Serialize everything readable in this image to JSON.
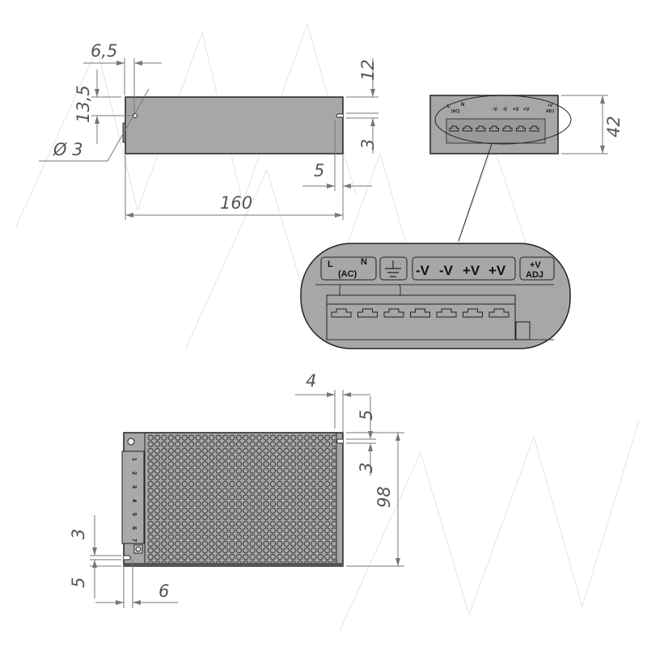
{
  "side_view": {
    "dims": {
      "hole_offset_x": "6,5",
      "hole_offset_y": "13,5",
      "hole_diameter": "Ø 3",
      "notch_top": "12",
      "notch_width": "3",
      "notch_depth": "5",
      "length": "160"
    }
  },
  "end_view": {
    "dims": {
      "height": "42"
    },
    "labels": [
      "L",
      "N",
      "(AC)",
      "-V",
      "-V",
      "+V",
      "+V",
      "+V",
      "ADJ"
    ]
  },
  "detail": {
    "ac_L": "L",
    "ac_N": "N",
    "ac": "(AC)",
    "outputs": [
      "-V",
      "-V",
      "+V",
      "+V"
    ],
    "adj_top": "+V",
    "adj_bottom": "ADJ"
  },
  "top_view": {
    "dims": {
      "offset_right": "4",
      "notch_top": "5",
      "notch_width_right": "3",
      "width": "98",
      "notch_width_left": "3",
      "notch_bottom": "5",
      "notch_offset_left": "6"
    },
    "terminal_numbers": [
      "1",
      "2",
      "3",
      "4",
      "5",
      "6",
      "7"
    ]
  }
}
